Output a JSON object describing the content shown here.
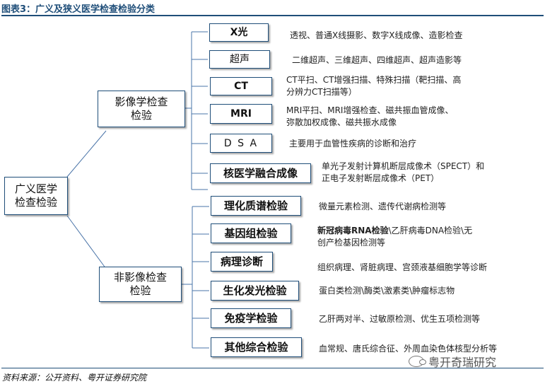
{
  "title": "图表3：广义及狭义医学检查检验分类",
  "source": "资料来源：公开资料、粤开证券研究院",
  "watermark": "粤开奇瑞研究",
  "root": "广义医学\n检查检验",
  "imaging": {
    "label": "影像学检查\n检验",
    "items": [
      {
        "name": "X光",
        "desc": "透视、普通X线摄影、数字X线成像、造影检查"
      },
      {
        "name": "超声",
        "desc": "二维超声、三维超声、四维超声、超声造影等"
      },
      {
        "name": "CT",
        "desc": "CT平扫、CT增强扫描、特殊扫描（靶扫描、高\n分辨力CT扫描等）"
      },
      {
        "name": "MRI",
        "desc": "MRI平扫、MRI增强检查、磁共振血管成像、\n弥散加权成像、磁共振水成像"
      },
      {
        "name": "D S A",
        "desc": "主要用于血管性疾病的诊断和治疗"
      },
      {
        "name": "核医学融合成像",
        "desc": "单光子发射计算机断层成像术（SPECT）和\n正电子发射断层成像术（PET）"
      }
    ]
  },
  "nonimaging": {
    "label": "非影像检查\n检验",
    "items": [
      {
        "name": "理化质谱检验",
        "desc": "微量元素检测、遗传代谢病检测等"
      },
      {
        "name": "基因组检验",
        "desc_bold": "新冠病毒RNA检验",
        "desc": "\\乙肝病毒DNA检验\\无\n创产检基因检测等"
      },
      {
        "name": "病理诊断",
        "desc": "组织病理、肾脏病理、宫颈液基细胞学等诊断"
      },
      {
        "name": "生化发光检验",
        "desc": "蛋白类检测\\酶类\\激素类\\肿瘤标志物"
      },
      {
        "name": "免疫学检验",
        "desc": "乙肝两对半、过敏原检测、优生五项检测等"
      },
      {
        "name": "其他综合检验",
        "desc": "血常规、唐氏综合征、外周血染色体核型分析等"
      }
    ]
  }
}
